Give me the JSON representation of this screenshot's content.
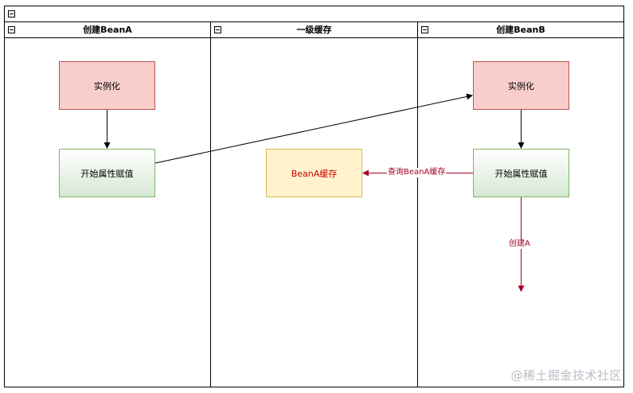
{
  "pool": {
    "title": ""
  },
  "lanes": [
    {
      "title": "创建BeanA"
    },
    {
      "title": "一级缓存"
    },
    {
      "title": "创建BeanB"
    }
  ],
  "nodes": {
    "a_instantiate": "实例化",
    "a_populate": "开始属性赋值",
    "cache_entry": "BeanA缓存",
    "b_instantiate": "实例化",
    "b_populate": "开始属性赋值"
  },
  "edges": {
    "query_label": "查询BeanA缓存",
    "create_label": "创建A"
  },
  "colors": {
    "red_fill": "#f8cecc",
    "red_stroke": "#b85450",
    "green_stroke": "#82b366",
    "yellow_fill": "#fff2cc",
    "yellow_stroke": "#d6b656",
    "edge_red": "#a20025"
  },
  "watermark": "@稀土掘金技术社区"
}
